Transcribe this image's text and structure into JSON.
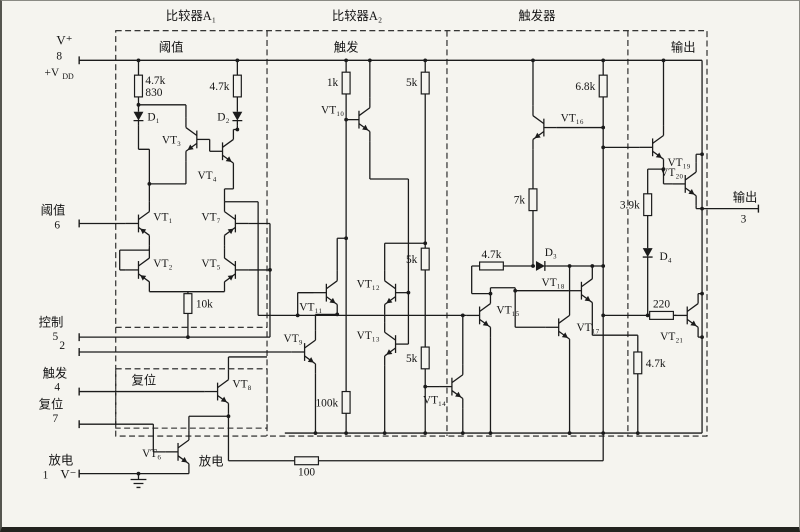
{
  "colors": {
    "ink": "#1b1b1b",
    "paper": "#f5f4ef"
  },
  "titles": {
    "a1": "比较器A₁",
    "a2": "比较器A₂",
    "ff": "触发器"
  },
  "headers": {
    "threshold": "阈值",
    "trigger": "触发",
    "output": "输出"
  },
  "pins": {
    "vplus": "V⁺",
    "p8": "8",
    "vdd": "+V",
    "vdd_sub": "DD",
    "threshold": "阈值",
    "p6": "6",
    "control": "控制",
    "p5": "5",
    "p2": "2",
    "trigger": "触发",
    "p4": "4",
    "reset": "复位",
    "p7": "7",
    "discharge": "放电",
    "p1": "1",
    "vminus": "V⁻",
    "output": "输出",
    "p3": "3"
  },
  "inner": {
    "reset_box": "复位",
    "discharge": "放电"
  },
  "resistors": {
    "r1": "4.7k",
    "r1b": "830",
    "r2": "4.7k",
    "r3": "1k",
    "r4": "5k",
    "r5": "6.8k",
    "r6": "7k",
    "r7": "5k",
    "r8": "4.7k",
    "r9": "10k",
    "r10": "5k",
    "r11": "100k",
    "r12": "100",
    "r13": "220",
    "r14": "3.9k",
    "r15": "4.7k"
  },
  "diodes": {
    "d1": "D₁",
    "d2": "D₂",
    "d3": "D₃",
    "d4": "D₄"
  },
  "transistors": {
    "vt1": "VT₁",
    "vt2": "VT₂",
    "vt3": "VT₃",
    "vt4": "VT₄",
    "vt5": "VT₅",
    "vt6": "VT₆",
    "vt7": "VT₇",
    "vt8": "VT₈",
    "vt9": "VT₉",
    "vt10": "VT₁₀",
    "vt11": "VT₁₁",
    "vt12": "VT₁₂",
    "vt13": "VT₁₃",
    "vt14": "VT₁₄",
    "vt15": "VT₁₅",
    "vt16": "VT₁₆",
    "vt17": "VT₁₇",
    "vt18": "VT₁₈",
    "vt19": "VT₁₉",
    "vt20": "VT₂₀",
    "vt21": "VT₂₁"
  }
}
